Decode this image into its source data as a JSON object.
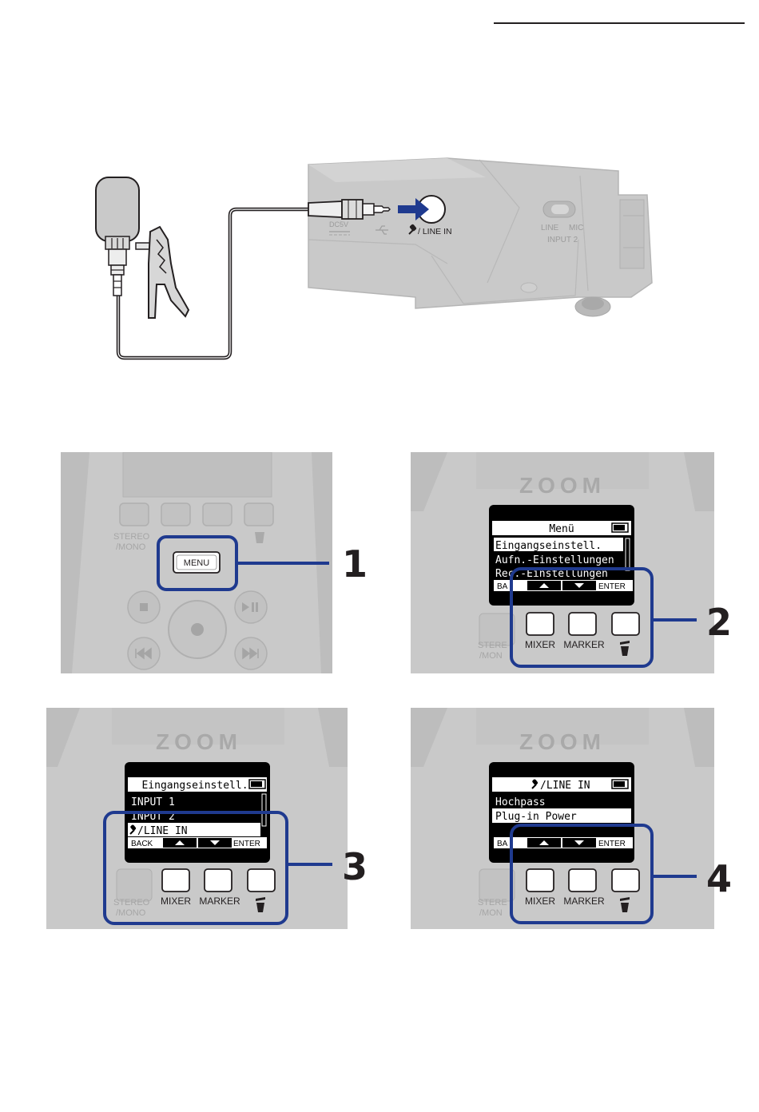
{
  "connection": {
    "jack_label": "/ LINE IN",
    "dc_label": "DC5V",
    "switch_line": "LINE",
    "switch_mic": "MIC",
    "input2_label": "INPUT 2"
  },
  "device": {
    "logo": "ZOOM",
    "stereo_mono_line1": "STEREO",
    "stereo_mono_line2": "/MONO",
    "mixer": "MIXER",
    "marker": "MARKER",
    "menu": "MENU",
    "stereo_short": "STERE",
    "mono_short": "/MON"
  },
  "softkeys": {
    "back": "BACK",
    "back_short": "BA",
    "enter": "ENTER"
  },
  "steps": {
    "s1": "1",
    "s2": "2",
    "s3": "3",
    "s4": "4"
  },
  "screen2": {
    "title": "Menü",
    "item1": "Eingangseinstell.",
    "item2": "Aufn.-Einstellungen",
    "item3": "Rec.-Einstellungen"
  },
  "screen3": {
    "title": "Eingangseinstell.",
    "item1": "INPUT 1",
    "item2": "INPUT 2",
    "item3": "/LINE IN"
  },
  "screen4": {
    "title": "/LINE IN",
    "item1": "Hochpass",
    "item2": "Plug-in Power"
  },
  "colors": {
    "highlight": "#1f3a8f",
    "device_gray": "#c7c7c7",
    "device_dark": "#a9a9a9",
    "step_text": "#231f20"
  }
}
